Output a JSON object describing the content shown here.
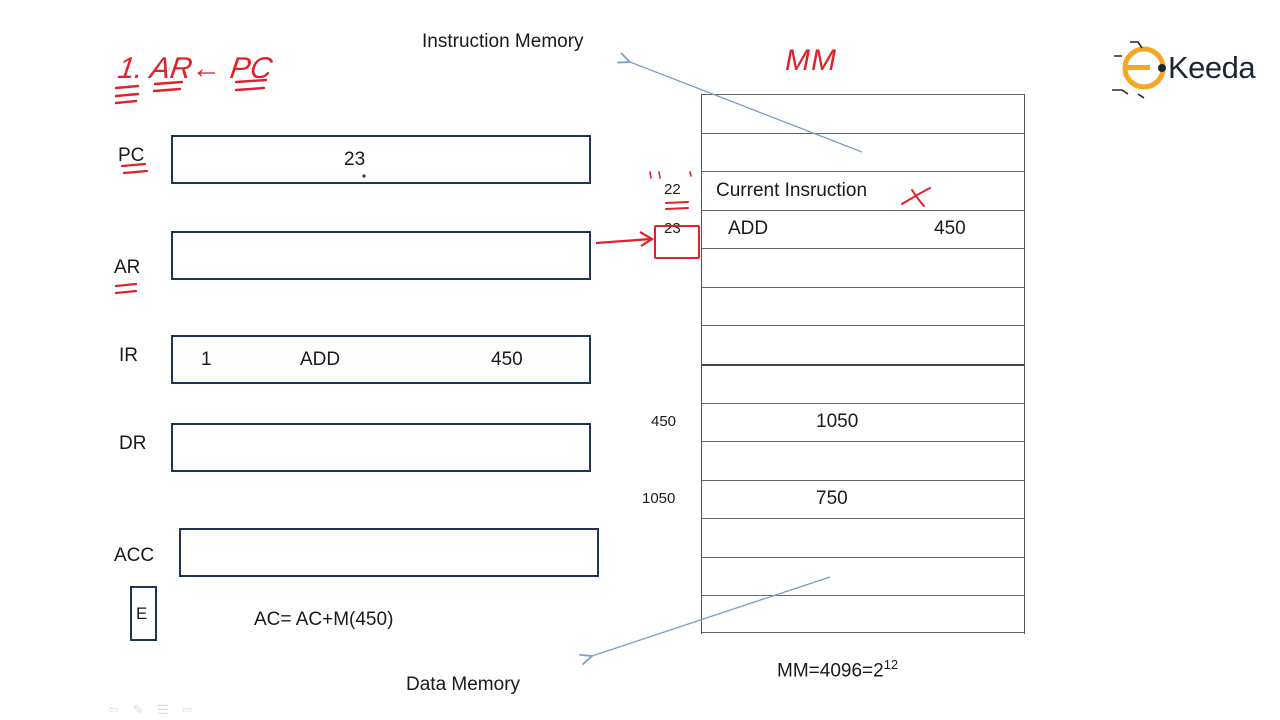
{
  "titles": {
    "instruction_memory": "Instruction Memory",
    "data_memory": "Data Memory",
    "mm_heading": "MM",
    "mm_formula_base": "MM=4096=2",
    "mm_formula_exp": "12"
  },
  "annotation": {
    "step": "1. AR← PC"
  },
  "registers": {
    "pc": {
      "label": "PC",
      "value": "23"
    },
    "ar": {
      "label": "AR",
      "value": ""
    },
    "ir": {
      "label": "IR",
      "index": "1",
      "opcode": "ADD",
      "operand": "450"
    },
    "dr": {
      "label": "DR",
      "value": ""
    },
    "acc": {
      "label": "ACC",
      "value": ""
    },
    "e": {
      "label": "E"
    }
  },
  "equation": "AC= AC+M(450)",
  "memory": {
    "rows": [
      {
        "address": "",
        "text": "",
        "value": ""
      },
      {
        "address": "",
        "text": "",
        "value": ""
      },
      {
        "address": "22",
        "text": "Current Insruction",
        "value": ""
      },
      {
        "address": "23",
        "text": "ADD",
        "value": "450"
      },
      {
        "address": "",
        "text": "",
        "value": ""
      },
      {
        "address": "",
        "text": "",
        "value": ""
      },
      {
        "address": "",
        "text": "",
        "value": ""
      },
      {
        "address": "",
        "text": "",
        "value": ""
      },
      {
        "address": "450",
        "text": "1050",
        "value": ""
      },
      {
        "address": "",
        "text": "",
        "value": ""
      },
      {
        "address": "1050",
        "text": "750",
        "value": ""
      },
      {
        "address": "",
        "text": "",
        "value": ""
      },
      {
        "address": "",
        "text": "",
        "value": ""
      },
      {
        "address": "",
        "text": "",
        "value": ""
      }
    ]
  },
  "logo": {
    "text": "Keeda",
    "letter": "E"
  },
  "colors": {
    "ink": "#e0202a",
    "register_border": "#1f3556",
    "arrow": "#7a9cc6",
    "logo_orange": "#f5a623"
  }
}
